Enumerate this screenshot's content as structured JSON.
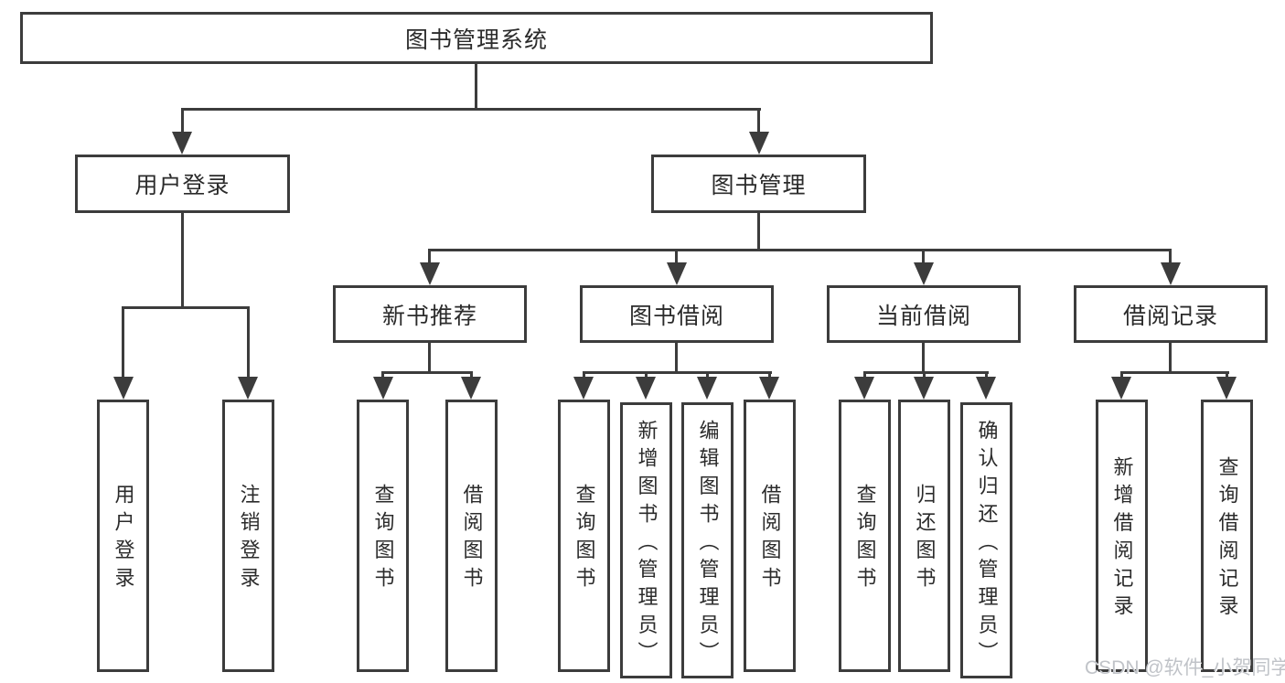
{
  "tree": {
    "root": {
      "label": "图书管理系统"
    },
    "branches": [
      {
        "label": "用户登录",
        "children": [
          {
            "label": "用户登录"
          },
          {
            "label": "注销登录"
          }
        ]
      },
      {
        "label": "图书管理",
        "sections": [
          {
            "label": "新书推荐",
            "children": [
              {
                "label": "查询图书"
              },
              {
                "label": "借阅图书"
              }
            ]
          },
          {
            "label": "图书借阅",
            "children": [
              {
                "label": "查询图书"
              },
              {
                "label": "新增图书（管理员）"
              },
              {
                "label": "编辑图书（管理员）"
              },
              {
                "label": "借阅图书"
              }
            ]
          },
          {
            "label": "当前借阅",
            "children": [
              {
                "label": "查询图书"
              },
              {
                "label": "归还图书"
              },
              {
                "label": "确认归还（管理员）"
              }
            ]
          },
          {
            "label": "借阅记录",
            "children": [
              {
                "label": "新增借阅记录"
              },
              {
                "label": "查询借阅记录"
              }
            ]
          }
        ]
      }
    ]
  },
  "watermark": {
    "text": "CSDN @软件_小贺同学"
  },
  "colors": {
    "line": "#3c3c3c",
    "box_border": "#3c3c3c",
    "text": "#2b2b2b",
    "watermark": "#c0c3c8",
    "background": "#ffffff"
  }
}
